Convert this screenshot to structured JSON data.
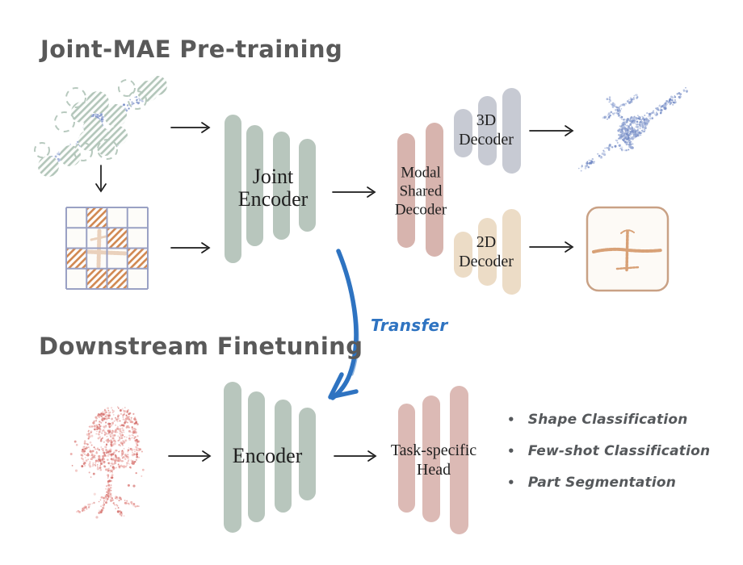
{
  "palette": {
    "sage": "#b8c6bd",
    "mauve": "#d7b4ae",
    "mauve2": "#dcbab5",
    "gray_bar": "#c7cad3",
    "tan": "#ecdcc6",
    "ink": "#1f1f1f",
    "title_gray": "#595959",
    "blue": "#2e73c1",
    "point_blue": "#8398cb",
    "point_red": "#df8480",
    "grid_line": "#9aa1c4",
    "hatch_orange": "#d18851",
    "hatch_green": "#b3c6ba",
    "image_border": "#c9a185",
    "arrow": "#1a1a1a"
  },
  "pretraining": {
    "title": "Joint-MAE Pre-training",
    "joint_encoder_label": "Joint Encoder",
    "modal_shared_decoder_label": "Modal Shared Decoder",
    "decoder_3d_label": "3D Decoder",
    "decoder_2d_label": "2D Decoder",
    "input_3d_icon": "masked-3d-pointcloud-airplane",
    "input_2d_icon": "masked-2d-image-airplane",
    "output_3d_icon": "reconstructed-3d-pointcloud-airplane",
    "output_2d_icon": "reconstructed-2d-image-airplane"
  },
  "transfer": {
    "label": "Transfer"
  },
  "finetuning": {
    "title": "Downstream Finetuning",
    "encoder_label": "Encoder",
    "head_label": "Task-specific Head",
    "input_icon": "chair-pointcloud",
    "tasks": [
      "Shape Classification",
      "Few-shot Classification",
      "Part Segmentation"
    ]
  }
}
